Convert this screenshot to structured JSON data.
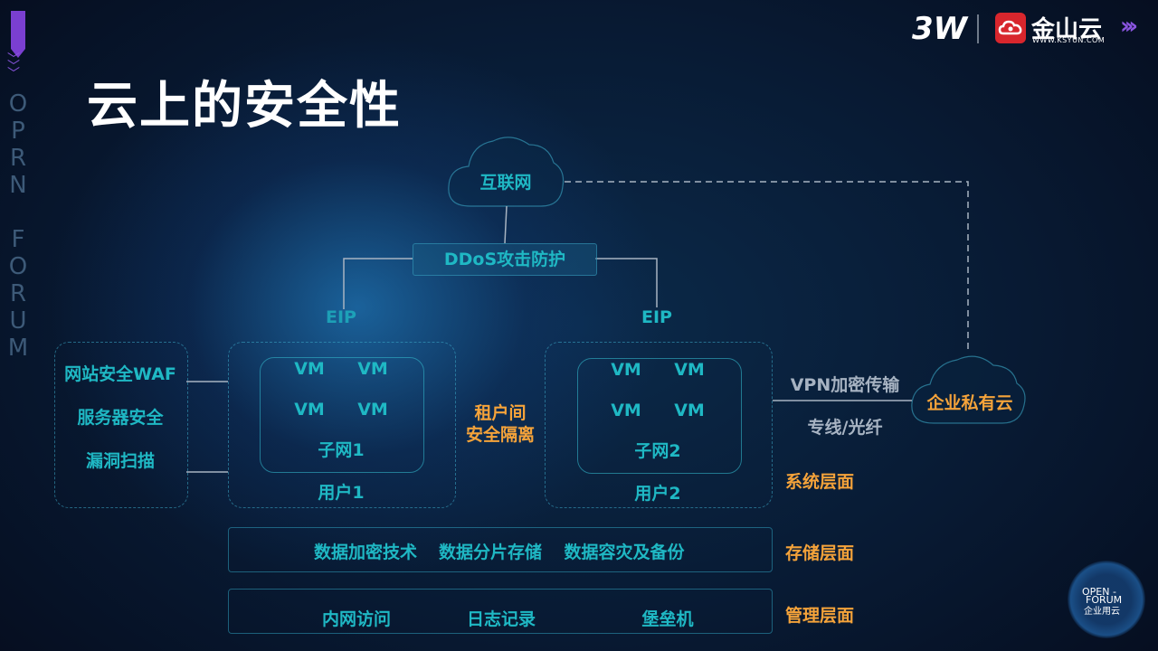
{
  "title": "云上的安全性",
  "side_text": [
    "O",
    "P",
    "R",
    "N",
    "F",
    "O",
    "R",
    "U",
    "M"
  ],
  "logo": {
    "event": "3W",
    "brand": "金山云",
    "url": "WWW.KSYUN.COM",
    "arrows": "›››",
    "open_forum": [
      "OPEN -",
      "FORUM",
      "企业用云"
    ],
    "colors": {
      "brand_red": "#d8262d",
      "accent_purple": "#7a3fd1"
    }
  },
  "diagram": {
    "internet": "互联网",
    "ddos": "DDoS攻击防护",
    "eip_left": "EIP",
    "eip_right": "EIP",
    "app_security": [
      "网站安全WAF",
      "服务器安全",
      "漏洞扫描"
    ],
    "user1": {
      "vms": [
        "VM",
        "VM",
        "VM",
        "VM"
      ],
      "subnet": "子网1",
      "user": "用户1"
    },
    "user2": {
      "vms": [
        "VM",
        "VM",
        "VM",
        "VM"
      ],
      "subnet": "子网2",
      "user": "用户2"
    },
    "tenant_isolation": [
      "租户间",
      "安全隔离"
    ],
    "private_cloud": "企业私有云",
    "vpn": "VPN加密传输",
    "line": "专线/光纤",
    "storage_items": [
      "数据加密技术",
      "数据分片存储",
      "数据容灾及备份"
    ],
    "management_items": [
      "内网访问",
      "日志记录",
      "堡垒机"
    ],
    "layers": {
      "system": "系统层面",
      "storage": "存储层面",
      "management": "管理层面"
    },
    "colors": {
      "teal": "#1fb8c4",
      "orange": "#f5a33a",
      "gray": "#a7b3c2"
    }
  }
}
